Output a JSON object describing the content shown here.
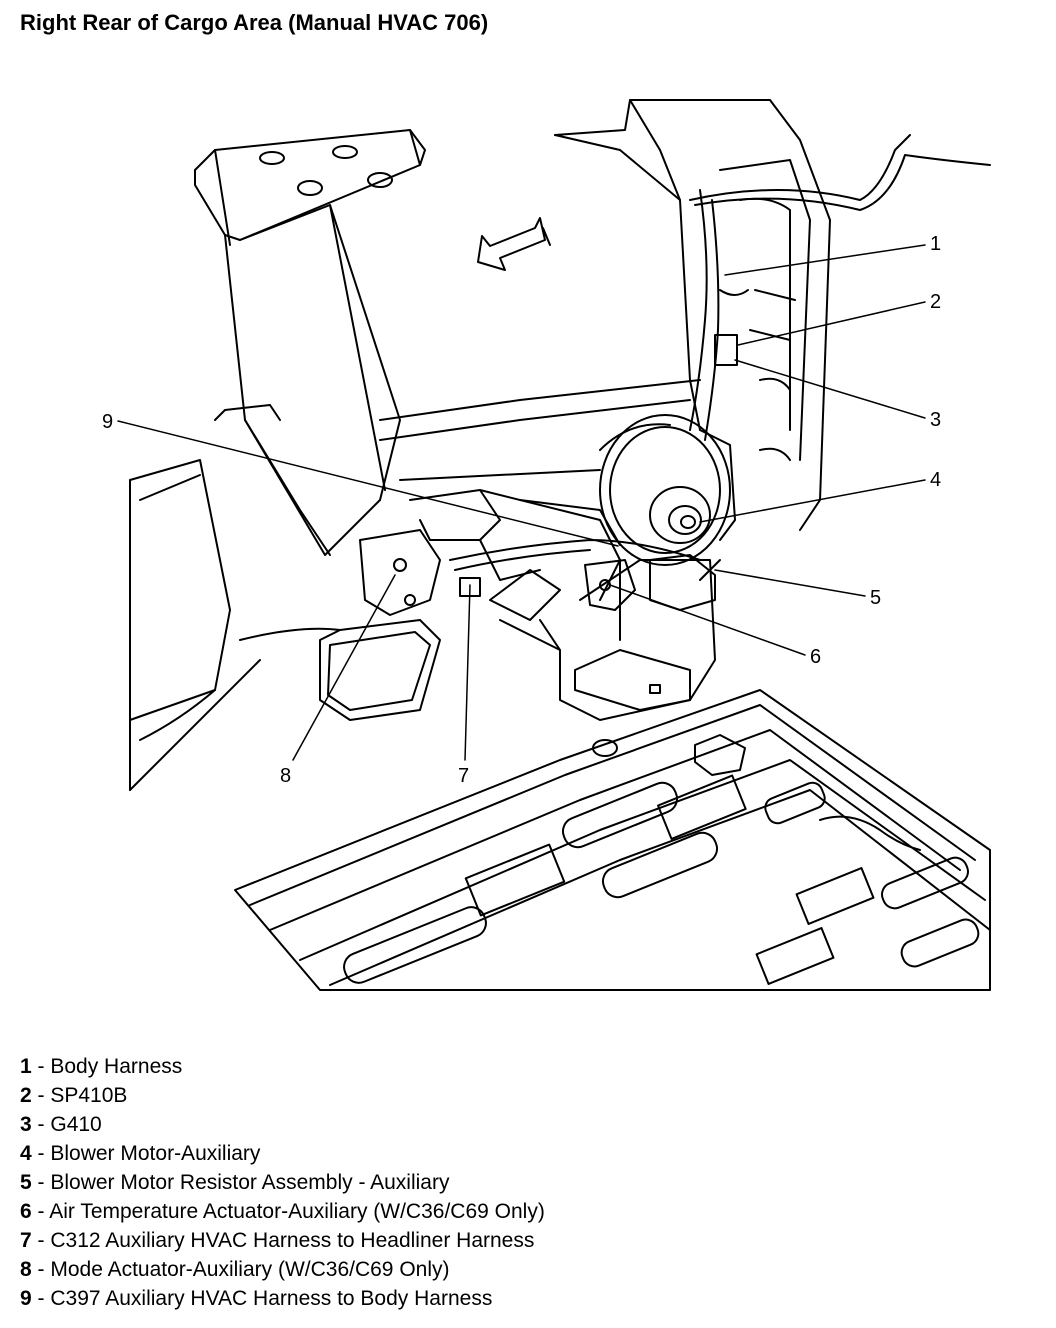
{
  "title": "Right Rear of Cargo Area (Manual HVAC 706)",
  "callouts": [
    "1",
    "2",
    "3",
    "4",
    "5",
    "6",
    "7",
    "8",
    "9"
  ],
  "legend": [
    {
      "num": "1",
      "sep": " - ",
      "text": "Body Harness"
    },
    {
      "num": "2",
      "sep": " - ",
      "text": "SP410B"
    },
    {
      "num": "3",
      "sep": " - ",
      "text": "G410"
    },
    {
      "num": "4",
      "sep": " - ",
      "text": "Blower Motor-Auxiliary"
    },
    {
      "num": "5",
      "sep": " - ",
      "text": "Blower Motor Resistor Assembly - Auxiliary"
    },
    {
      "num": "6",
      "sep": " - ",
      "text": "Air Temperature Actuator-Auxiliary (W/C36/C69 Only)"
    },
    {
      "num": "7",
      "sep": " - ",
      "text": "C312 Auxiliary HVAC Harness to Headliner Harness"
    },
    {
      "num": "8",
      "sep": " - ",
      "text": "Mode Actuator-Auxiliary (W/C36/C69 Only)"
    },
    {
      "num": "9",
      "sep": " - ",
      "text": "C397 Auxiliary HVAC Harness to Body Harness"
    }
  ]
}
